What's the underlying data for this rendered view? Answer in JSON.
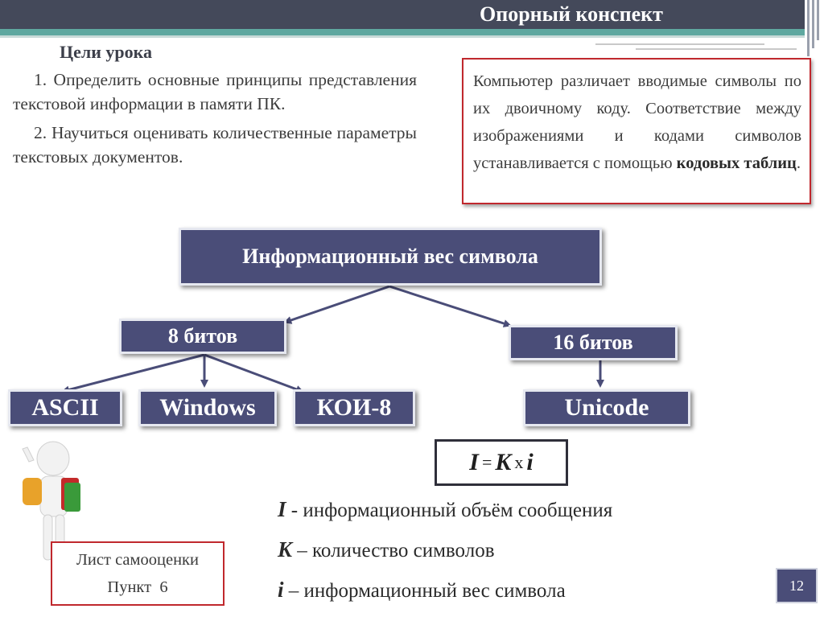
{
  "header": {
    "title": "Опорный конспект"
  },
  "goals": {
    "title": "Цели урока",
    "item1": "1. Определить основные принципы представления текстовой информации в памяти ПК.",
    "item2": "2. Научиться оценивать количественные параметры текстовых документов."
  },
  "note": {
    "text": "Компьютер различает вводимые символы по их двоичному коду. Соответствие между изображениями и кодами символов устанавливается с помощью",
    "bold": "кодовых таблиц",
    "end": "."
  },
  "diagram": {
    "root": "Информационный вес символа",
    "bits8": "8 битов",
    "bits16": "16 битов",
    "ascii": "ASCII",
    "windows": "Windows",
    "koi8": "КОИ-8",
    "unicode": "Unicode"
  },
  "formula": {
    "I": "I",
    "eq": "=",
    "K": "K",
    "x": "x",
    "i": "i"
  },
  "definitions": [
    {
      "symbol": "I",
      "text": " - информационный объём сообщения"
    },
    {
      "symbol": "K",
      "text": " – количество символов"
    },
    {
      "symbol": "i",
      "text": " – информационный вес символа"
    }
  ],
  "self_assessment": {
    "line1": "Лист самооценки",
    "line2": "Пункт  6"
  },
  "page_number": "12",
  "colors": {
    "box": "#4a4d78",
    "header": "#44495a",
    "accent": "#5fa8a0",
    "red": "#c0282d"
  },
  "icons": {
    "figure": "student-with-books-figure"
  }
}
